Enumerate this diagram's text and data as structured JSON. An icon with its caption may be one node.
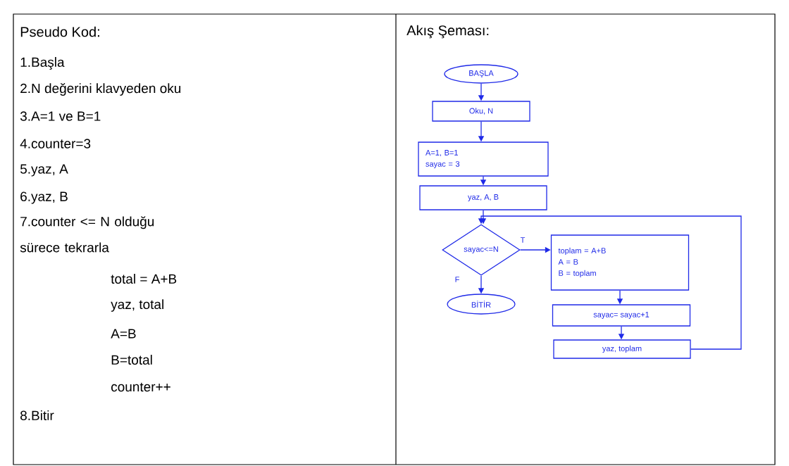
{
  "diagram": {
    "nodes": [
      {
        "text": [
          "BAŞLA"
        ]
      },
      {
        "text": [
          "Oku, N"
        ]
      },
      {
        "text": [
          "A=1, B=1",
          "sayac = 3"
        ]
      },
      {
        "text": [
          "yaz, A, B"
        ]
      },
      {
        "text": [
          "sayac<=N"
        ]
      },
      {
        "text": [
          "BİTİR"
        ]
      },
      {
        "text": [
          "toplam = A+B",
          "A = B",
          "B = toplam"
        ]
      },
      {
        "text": [
          "sayac= sayac+1"
        ]
      },
      {
        "text": [
          "yaz, toplam"
        ]
      }
    ],
    "edges": [
      {
        "from": 0,
        "to": 1,
        "arrow": "to"
      },
      {
        "from": 1,
        "to": 2,
        "arrow": "to"
      },
      {
        "from": 2,
        "to": 3,
        "arrow": "to"
      },
      {
        "from": 3,
        "to": 4,
        "arrow": "to"
      },
      {
        "from": 4,
        "to": 6,
        "arrow": "to",
        "label": "T"
      },
      {
        "from": 4,
        "to": 5,
        "arrow": "to",
        "label": "F"
      },
      {
        "from": 6,
        "to": 7,
        "arrow": "to"
      },
      {
        "from": 7,
        "to": 8,
        "arrow": "to"
      },
      {
        "from": 8,
        "to": 4,
        "arrow": "to"
      }
    ],
    "labels": [
      "Pseudo Kod:",
      "Akış Şeması:",
      "1.Başla",
      "2.N değerini klavyeden oku",
      "3.A=1 ve B=1",
      "4.counter=3",
      "5.yaz, A",
      "6.yaz, B",
      "7.counter <= N olduğu sürece tekrarla",
      "total = A+B",
      "yaz, total",
      "A=B",
      "B=total",
      "counter++",
      "8.Bitir"
    ]
  }
}
